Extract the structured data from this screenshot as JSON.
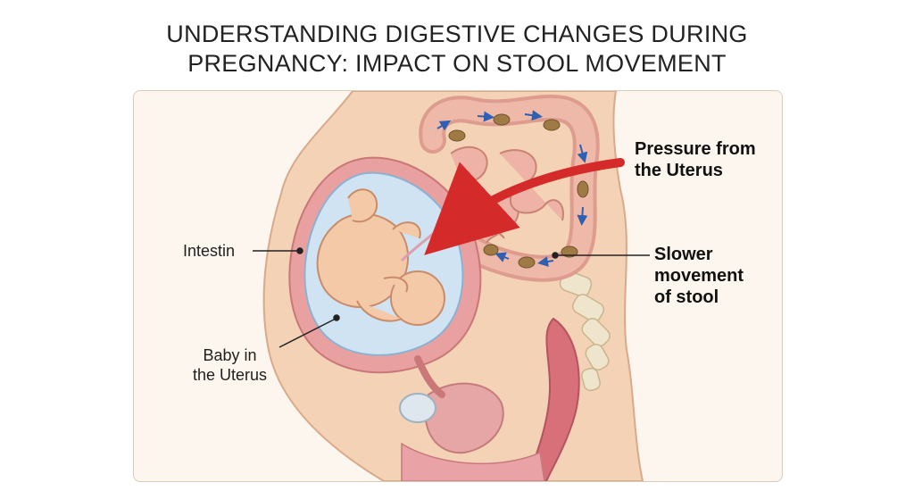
{
  "title": {
    "line1": "UNDERSTANDING DIGESTIVE CHANGES DURING",
    "line2": "PREGNANCY: IMPACT ON STOOL MOVEMENT"
  },
  "labels": {
    "intestin": "Intestin",
    "baby_line1": "Baby in",
    "baby_line2": "the Uterus",
    "pressure_line1": "Pressure from",
    "pressure_line2": "the Uterus",
    "slower_line1": "Slower",
    "slower_line2": "movement",
    "slower_line3": "of stool"
  },
  "colors": {
    "pressure_arrow": "#d42a2a",
    "stool_flow_arrows": "#2f5fb0",
    "uterus_wall": "#e8a0a0",
    "amniotic_fluid": "#cfe3f2",
    "intestine": "#e8b0a4",
    "skin": "#f3d2b6"
  }
}
